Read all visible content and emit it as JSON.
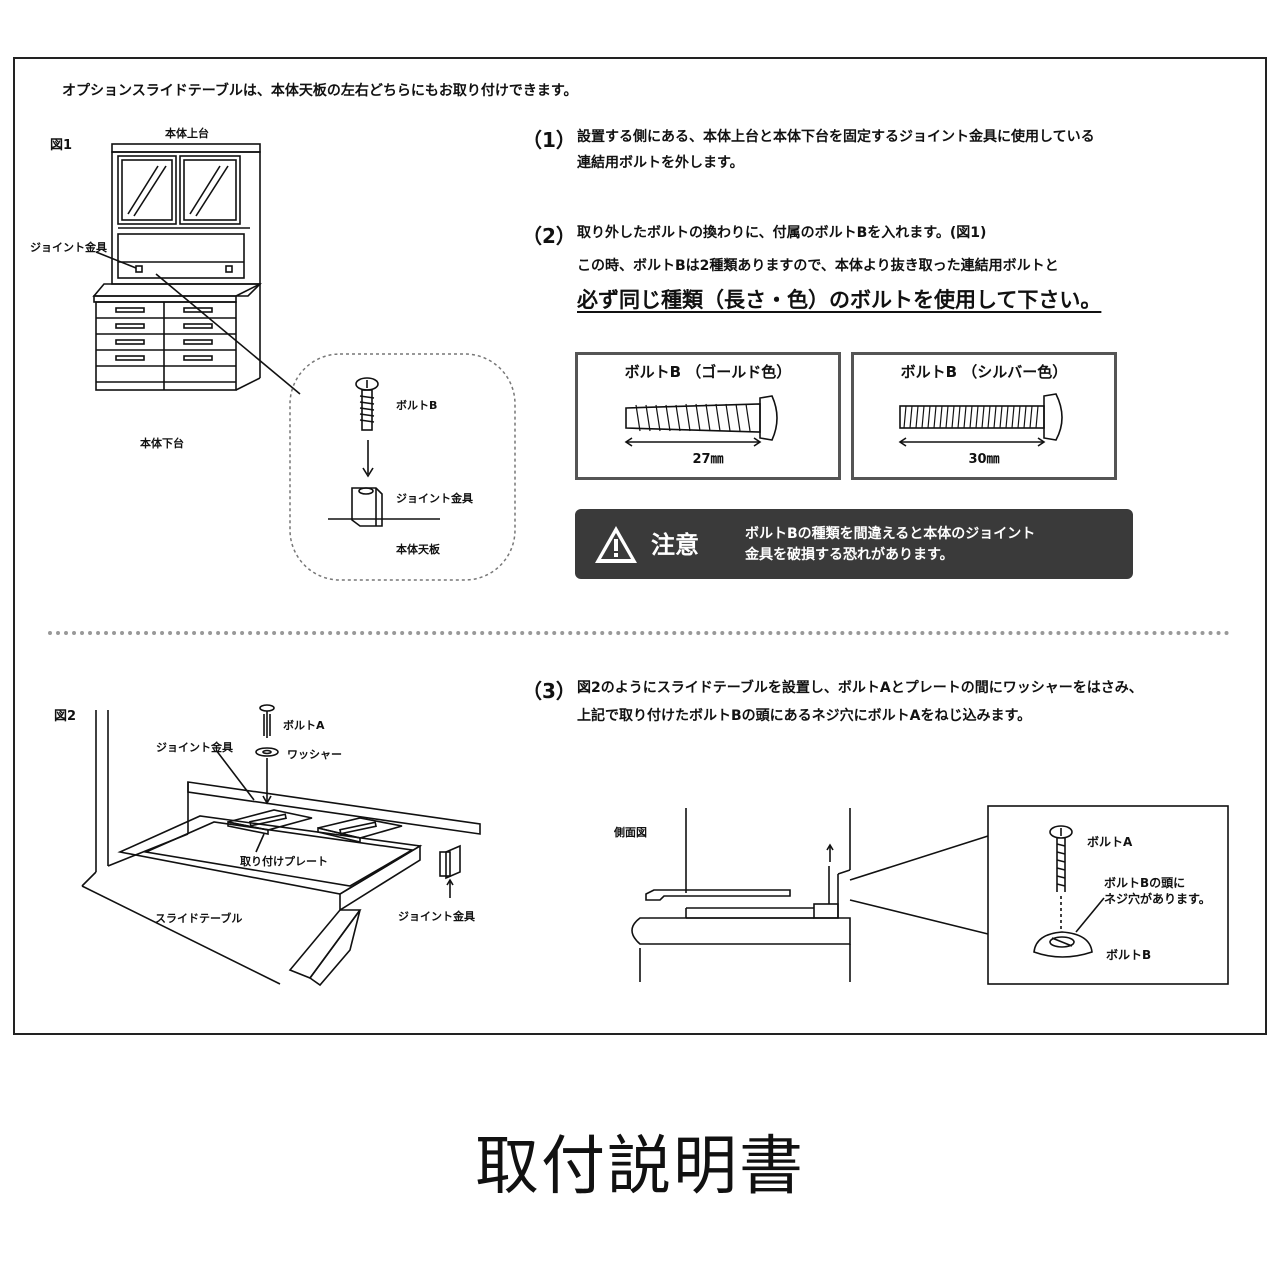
{
  "intro": "オプションスライドテーブルは、本体天板の左右どちらにもお取り付けできます。",
  "fig1": {
    "label": "図1",
    "upper": "本体上台",
    "joint": "ジョイント金具",
    "lower": "本体下台",
    "detail_bolt": "ボルトB",
    "detail_joint": "ジョイント金具",
    "detail_top": "本体天板"
  },
  "step1": {
    "num": "（1）",
    "line1": "設置する側にある、本体上台と本体下台を固定するジョイント金具に使用している",
    "line2": "連結用ボルトを外します。"
  },
  "step2": {
    "num": "（2）",
    "line1": "取り外したボルトの換わりに、付属のボルトBを入れます。(図1)",
    "line2": "この時、ボルトBは2種類ありますので、本体より抜き取った連結用ボルトと",
    "emphasis": "必ず同じ種類（長さ・色）のボルトを使用して下さい。"
  },
  "bolts": [
    {
      "title": "ボルトB （ゴールド色）",
      "length": "27㎜"
    },
    {
      "title": "ボルトB （シルバー色）",
      "length": "30㎜"
    }
  ],
  "caution": {
    "word": "注意",
    "line1": "ボルトBの種類を間違えると本体のジョイント",
    "line2": "金具を破損する恐れがあります。"
  },
  "fig2": {
    "label": "図2",
    "bolt_a": "ボルトA",
    "joint": "ジョイント金具",
    "washer": "ワッシャー",
    "plate": "取り付けプレート",
    "slide": "スライドテーブル",
    "joint2": "ジョイント金具"
  },
  "step3": {
    "num": "（3）",
    "line1": "図2のようにスライドテーブルを設置し、ボルトAとプレートの間にワッシャーをはさみ、",
    "line2": "上記で取り付けたボルトBの頭にあるネジ穴にボルトAをねじ込みます。"
  },
  "side": {
    "label": "側面図",
    "bolt_a": "ボルトA",
    "hole_note1": "ボルトBの頭に",
    "hole_note2": "ネジ穴があります。",
    "bolt_b": "ボルトB"
  },
  "title": "取付説明書"
}
